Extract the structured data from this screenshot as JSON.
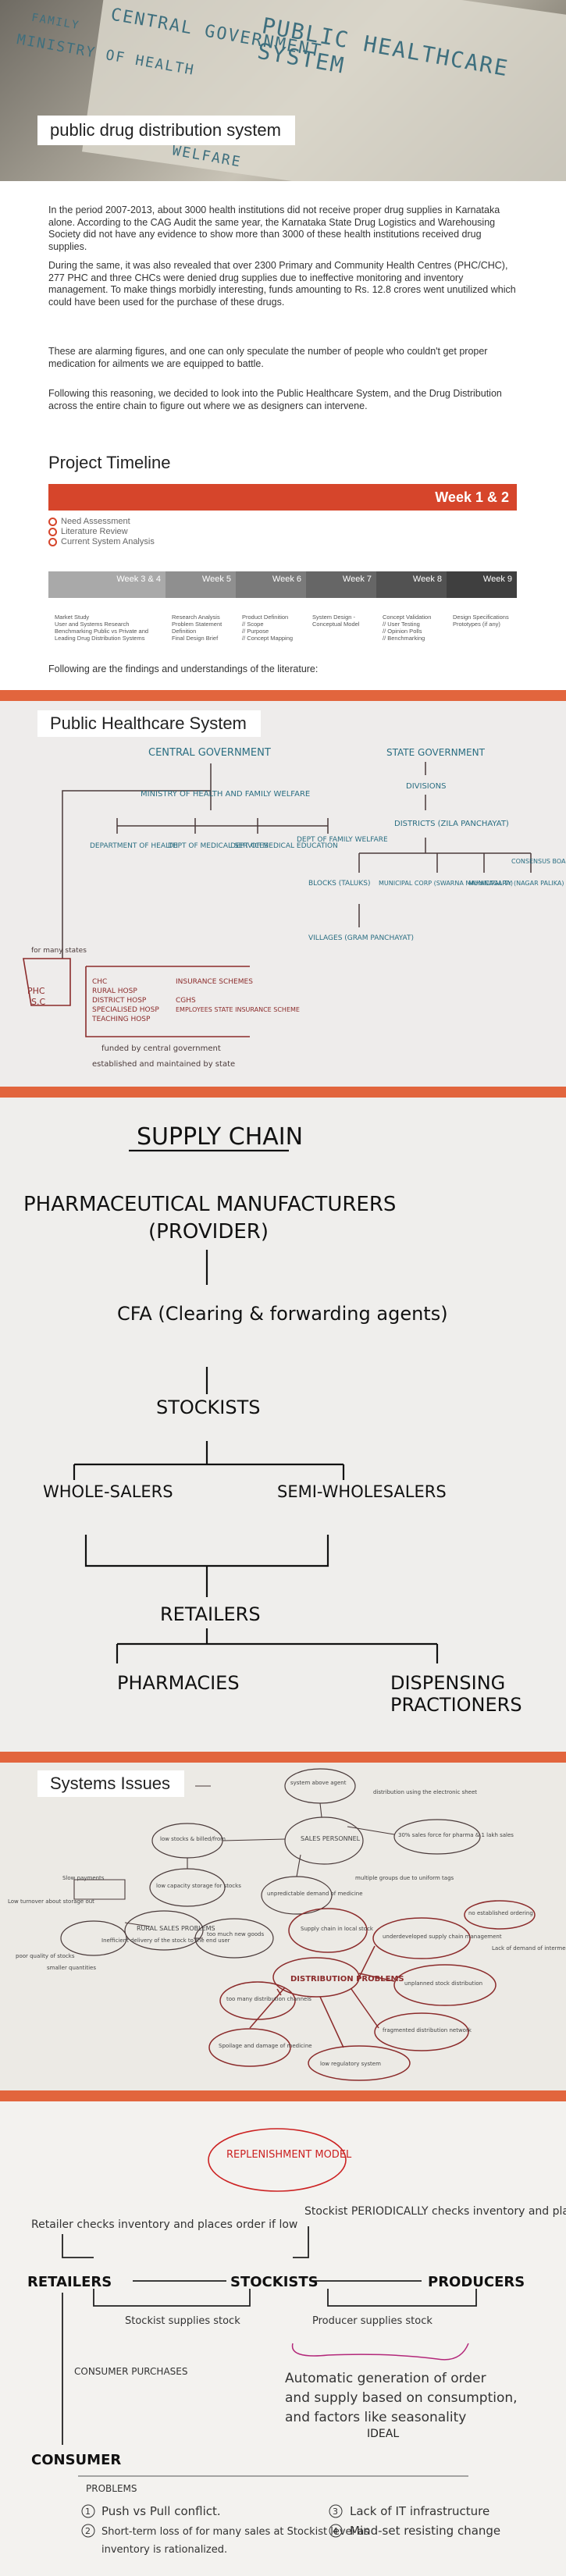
{
  "hero": {
    "title": "public drug distribution system",
    "paper_words": [
      "CENTRAL GOVERNMENT",
      "PUBLIC HEALTHCARE SYSTEM",
      "MINISTRY OF HEALTH",
      "WELFARE",
      "FAMILY"
    ]
  },
  "intro": {
    "p1": "In the period 2007-2013, about 3000 health institutions did not receive proper drug supplies in Karnataka alone. According to the CAG Audit the same year, the Karnataka State Drug Logistics and Warehousing Society did not have any evidence to show more than 3000 of these health institutions received drug supplies.",
    "p2": "During the same, it was also revealed that over 2300 Primary and Community Health Centres (PHC/CHC), 277 PHC and three CHCs were denied drug supplies due to ineffective monitoring and inventory management. To make things morbidly interesting, funds amounting to Rs. 12.8 crores went unutilized which could have been used for the purchase of these drugs.",
    "p3": "These are alarming figures, and one can only speculate the number of people who couldn't get proper medication for ailments we are equipped to battle.",
    "p4": "Following this reasoning, we decided to look into the Public Healthcare System, and the Drug Distribution across the entire chain to figure out where we as designers can intervene."
  },
  "timeline": {
    "heading": "Project Timeline",
    "bar_label": "Week 1 & 2",
    "items": [
      "Need Assessment",
      "Literature Review",
      "Current System Analysis"
    ],
    "weeks": [
      {
        "label": "Week 3 & 4",
        "color": "#a9a9a9",
        "notes": [
          "Market Study",
          "User and Systems Research",
          "Benchmarking Public vs Private and",
          "Leading Drug Distribution Systems"
        ]
      },
      {
        "label": "Week 5",
        "color": "#8f8f8f",
        "notes": [
          "Research Analysis",
          "Problem Statement",
          "Definition",
          "Final Design Brief"
        ]
      },
      {
        "label": "Week 6",
        "color": "#7a7a7a",
        "notes": [
          "Product Definition",
          "// Scope",
          "// Purpose",
          "// Concept Mapping"
        ]
      },
      {
        "label": "Week 7",
        "color": "#666666",
        "notes": [
          "System Design -",
          "Conceptual Model"
        ]
      },
      {
        "label": "Week 8",
        "color": "#525252",
        "notes": [
          "Concept Validation",
          "// User Testing",
          "// Opinion Polls",
          "// Benchmarking"
        ]
      },
      {
        "label": "Week 9",
        "color": "#3f3f3f",
        "notes": [
          "Design Specifications",
          "Prototypes (if any)"
        ]
      }
    ],
    "footer": "Following are the findings and understandings of the literature:"
  },
  "phs": {
    "heading": "Public Healthcare System",
    "central": "CENTRAL GOVERNMENT",
    "state": "STATE GOVERNMENT",
    "ministry": "MINISTRY OF HEALTH AND FAMILY WELFARE",
    "dept1": "DEPARTMENT OF HEALTH",
    "dept2": "DEPT OF MEDICAL SERVICES",
    "dept3": "DEPT OF MEDICAL EDUCATION",
    "dept4": "DEPT OF FAMILY WELFARE",
    "divisions": "DIVISIONS",
    "districts": "DISTRICTS (ZILA PANCHAYAT)",
    "blocks": "BLOCKS (TALUKS)",
    "villages": "VILLAGES (GRAM PANCHAYAT)",
    "municipal": "MUNICIPAL CORP (SWARNA MAHANAGARA)",
    "municipality": "MUNICIPALITY (NAGAR PALIKA)",
    "cantonment": "CONSENSUS BOARD (CANTONMENT)",
    "many": "for many states",
    "phc": "PHC",
    "sc": "S.C",
    "list1": [
      "CHC",
      "RURAL HOSP",
      "DISTRICT HOSP",
      "SPECIALISED HOSP",
      "TEACHING HOSP"
    ],
    "list2": [
      "INSURANCE SCHEMES",
      "CGHS",
      "EMPLOYEES STATE INSURANCE SCHEME"
    ],
    "funded": "funded by central government",
    "established": "established and maintained by state"
  },
  "supply": {
    "title": "SUPPLY CHAIN",
    "manufacturers": "PHARMACEUTICAL MANUFACTURERS",
    "provider": "(PROVIDER)",
    "cfa": "CFA (Clearing & forwarding agents)",
    "stockists": "STOCKISTS",
    "wholesalers": "WHOLE-SALERS",
    "semi": "SEMI-WHOLESALERS",
    "retailers": "RETAILERS",
    "pharmacies": "PHARMACIES",
    "dispensing": "DISPENSING",
    "practioners": "PRACTIONERS"
  },
  "issues": {
    "heading": "Systems Issues",
    "center": "DISTRIBUTION PROBLEMS",
    "notes": [
      "stock",
      "system above agent",
      "distribution using the electronic sheet",
      "SALES PERSONNEL",
      "30% sales force for pharma & 1 lakh sales",
      "low stocks & billed/from",
      "low capacity storage for stocks",
      "unpredictable demand of medicine",
      "multiple groups due to uniform tags",
      "Low turnover about storage out",
      "Slow payments",
      "Inefficient delivery of the stock to the end user",
      "RURAL SALES PROBLEMS",
      "too much new goods",
      "Supply chain in local stock",
      "underdeveloped supply chain management",
      "unplanned stock distribution",
      "no established ordering",
      "fragmented distribution network",
      "too many distribution channels",
      "Spoilage and damage of medicine",
      "low regulatory system",
      "poor quality of stocks",
      "smaller quantities",
      "Lack of demand of intermediaries"
    ]
  },
  "replenish": {
    "title": "REPLENISHMENT MODEL",
    "retailer_note": "Retailer checks inventory and places order if low",
    "stockist_note": "Stockist PERIODICALLY checks inventory and places order",
    "retailers": "RETAILERS",
    "stockists": "STOCKISTS",
    "producers": "PRODUCERS",
    "stockist_supplies": "Stockist supplies stock",
    "producer_supplies": "Producer supplies stock",
    "consumer_purchases": "CONSUMER PURCHASES",
    "consumer": "CONSUMER",
    "ideal1": "Automatic generation of order",
    "ideal2": "and supply based on consumption,",
    "ideal3": "and factors like seasonality",
    "ideal": "IDEAL",
    "problems": "PROBLEMS",
    "prob1": "Push vs Pull conflict.",
    "prob2": "Short-term loss of for many sales at Stockist level as",
    "prob2b": "inventory is rationalized.",
    "prob3": "Lack of IT infrastructure",
    "prob4": "Mind-set resisting change",
    "n1": "1",
    "n2": "2",
    "n3": "3",
    "n4": "4"
  }
}
